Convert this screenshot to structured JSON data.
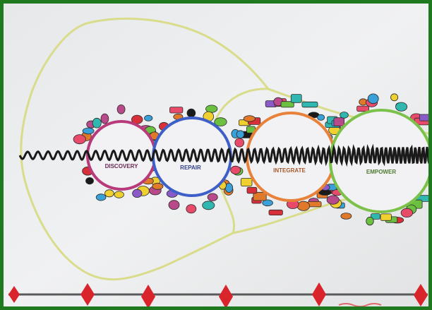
{
  "scene": {
    "kind": "photo of a hand-drawn poster",
    "circle_labels": [
      "DISCOVERY",
      "REPAIR",
      "INTEGRATE",
      "EMPOWER"
    ],
    "corner_labels": [
      "",
      ""
    ],
    "colors": {
      "frame": "#1f7a1f",
      "paper": "#eceef0",
      "outer_loop": "#d9dc8a",
      "circle_1": "#b83a7a",
      "circle_2": "#3f5fc8",
      "circle_3": "#e8823a",
      "circle_4": "#7cc24a",
      "wave": "#1a1a1a",
      "baseline": "#555555",
      "diamond": "#d8242a"
    }
  }
}
